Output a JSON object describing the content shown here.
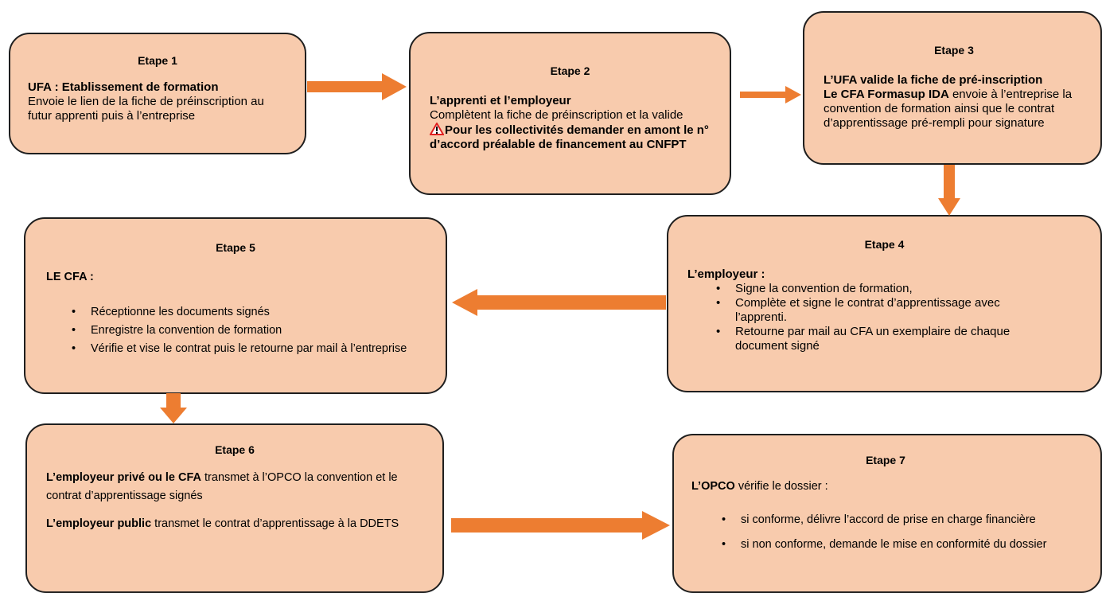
{
  "colors": {
    "box_fill": "#f8cbad",
    "box_border": "#1f1f1f",
    "arrow": "#ed7d31",
    "warning": "#e02020"
  },
  "icons": {
    "step2_warning": "warning-triangle-icon"
  },
  "step1": {
    "title": "Etape 1",
    "heading": "UFA : Etablissement de formation",
    "text": "Envoie le lien de la fiche de préinscription au futur apprenti puis à l’entreprise"
  },
  "step2": {
    "title": "Etape 2",
    "heading": "L’apprenti et l’employeur",
    "text": "Complètent la fiche de préinscription et la valide",
    "warning": "Pour les collectivités demander en amont le n° d’accord préalable de financement au CNFPT"
  },
  "step3": {
    "title": "Etape 3",
    "line1": "L’UFA valide la fiche de pré-inscription",
    "line2_bold": "Le CFA Formasup IDA",
    "line2_rest": " envoie à l’entreprise la convention de formation ainsi que le contrat d’apprentissage pré-rempli pour signature"
  },
  "step4": {
    "title": "Etape 4",
    "heading": "L’employeur :",
    "items": [
      "Signe la convention de formation,",
      "Complète et signe le contrat d’apprentissage avec l’apprenti.",
      "Retourne par mail au CFA un exemplaire de chaque document signé"
    ]
  },
  "step5": {
    "title": "Etape 5",
    "heading": "LE CFA :",
    "items": [
      "Réceptionne les documents signés",
      "Enregistre la convention de formation",
      "Vérifie et vise le contrat puis le retourne par mail à l’entreprise"
    ]
  },
  "step6": {
    "title": "Etape 6",
    "p1_bold": "L’employeur privé ou le CFA",
    "p1_rest": " transmet à l’OPCO la convention et le contrat d’apprentissage signés",
    "p2_bold": "L’employeur public",
    "p2_rest": " transmet le contrat d’apprentissage à la DDETS"
  },
  "step7": {
    "title": "Etape 7",
    "heading_bold": "L’OPCO",
    "heading_rest": " vérifie le dossier :",
    "items": [
      "si conforme, délivre l’accord de prise en charge financière",
      "si non conforme, demande le mise en conformité du dossier"
    ]
  }
}
